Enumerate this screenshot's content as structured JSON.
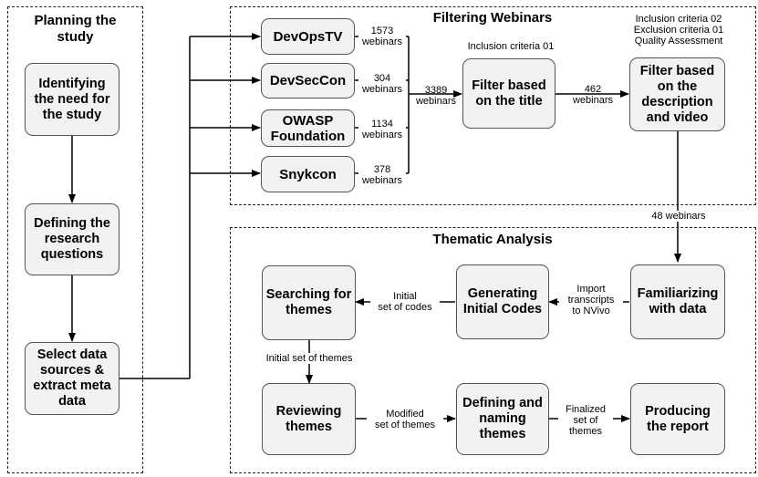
{
  "panels": {
    "planning": "Planning the\nstudy",
    "filtering": "Filtering Webinars",
    "thematic": "Thematic Analysis"
  },
  "planning_steps": {
    "identify": "Identifying\nthe need for\nthe study",
    "define": "Defining the\nresearch\nquestions",
    "select": "Select data\nsources &\nextract meta\ndata"
  },
  "sources": {
    "devopstv": {
      "name": "DevOpsTV",
      "count": "1573\nwebinars"
    },
    "devseccon": {
      "name": "DevSecCon",
      "count": "304\nwebinars"
    },
    "owasp": {
      "name": "OWASP\nFoundation",
      "count": "1134\nwebinars"
    },
    "snykcon": {
      "name": "Snykcon",
      "count": "378\nwebinars"
    }
  },
  "filtering": {
    "total": "3389\nwebinars",
    "criteria1": "Inclusion criteria 01",
    "title_filter": "Filter based\non the title",
    "after_title": "462\nwebinars",
    "criteria2": "Inclusion criteria 02\nExclusion criteria 01\nQuality Assessment",
    "desc_filter": "Filter based\non the\ndescription\nand video",
    "after_desc": "48 webinars"
  },
  "thematic": {
    "familiarizing": "Familiarizing\nwith data",
    "import_label": "Import\ntranscripts\nto NVivo",
    "generating": "Generating\nInitial Codes",
    "codes_label": "Initial\nset of codes",
    "searching": "Searching for\nthemes",
    "themes_label": "Initial set of themes",
    "reviewing": "Reviewing\nthemes",
    "modified_label": "Modified\nset of themes",
    "defining": "Defining and\nnaming\nthemes",
    "finalized_label": "Finalized\nset of\nthemes",
    "producing": "Producing\nthe report"
  }
}
